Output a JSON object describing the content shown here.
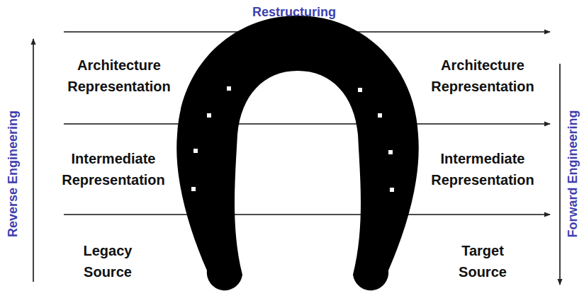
{
  "diagram": {
    "labels": [
      "Restructuring",
      "Architecture Representation",
      "Architecture Representation",
      "Reverse Engineering",
      "Forward Engineering",
      "Intermediate Representation",
      "Intermediate Representation",
      "Legacy Source",
      "Target Source"
    ]
  }
}
